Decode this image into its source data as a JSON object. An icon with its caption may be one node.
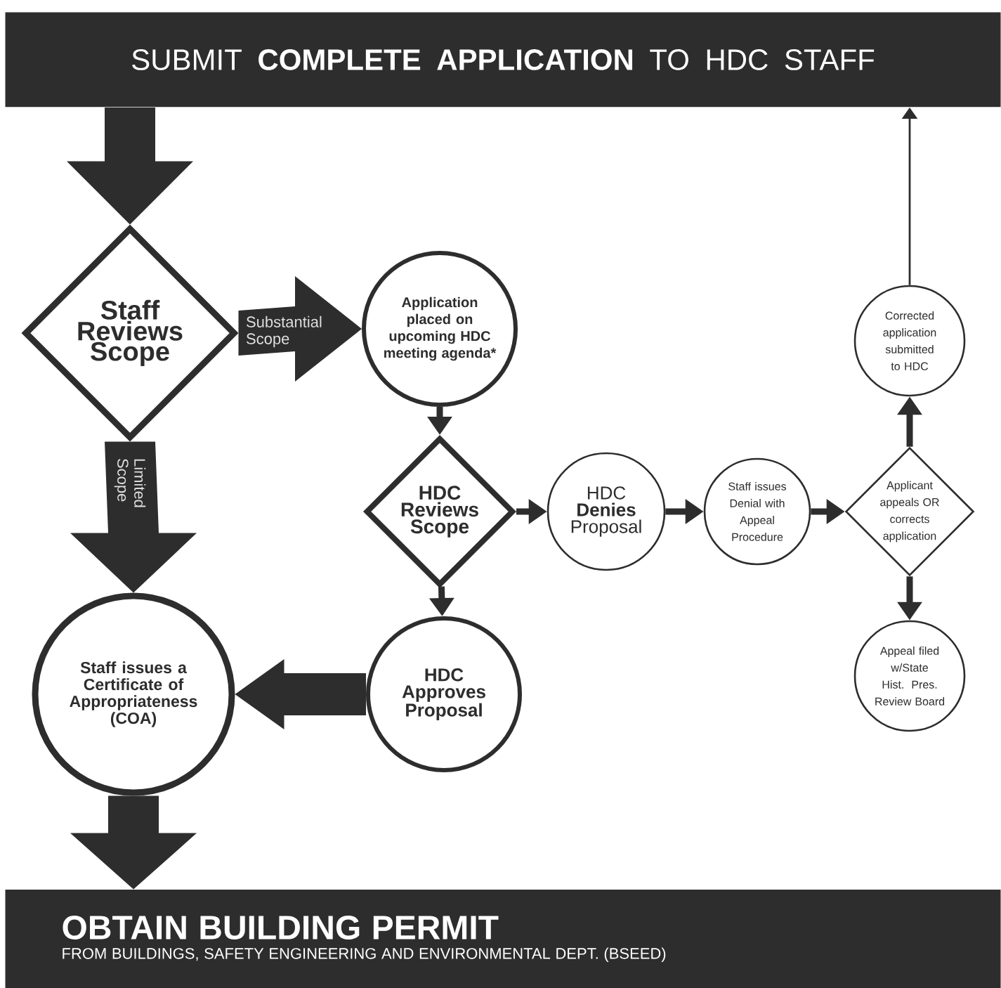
{
  "diagram": {
    "nodes": [
      {
        "text": [
          "SUBMIT **COMPLETE APPLICATION** TO HDC STAFF"
        ]
      },
      {
        "text": [
          "Staff Reviews Scope"
        ]
      },
      {
        "text": [
          "Application placed on upcoming HDC meeting agenda*"
        ]
      },
      {
        "text": [
          "HDC Reviews Scope"
        ]
      },
      {
        "text": [
          "HDC **Denies** Proposal"
        ]
      },
      {
        "text": [
          "Staff issues Denial with Appeal Procedure"
        ]
      },
      {
        "text": [
          "Applicant appeals OR corrects application"
        ]
      },
      {
        "text": [
          "Corrected application submitted to HDC"
        ]
      },
      {
        "text": [
          "Appeal filed w/State Hist. Pres. Review Board"
        ]
      },
      {
        "text": [
          "HDC Approves Proposal"
        ]
      },
      {
        "text": [
          "Staff issues a Certificate of Appropriateness (COA)"
        ]
      },
      {
        "text": [
          "OBTAIN BUILDING PERMIT",
          "FROM BUILDINGS, SAFETY ENGINEERING AND ENVIRONMENTAL DEPT. (BSEED)"
        ]
      }
    ],
    "edges": [
      {
        "from": 0,
        "to": 1,
        "arrow": "to",
        "style": "thick"
      },
      {
        "from": 1,
        "to": 2,
        "arrow": "to",
        "style": "thick",
        "label": "Substantial Scope"
      },
      {
        "from": 1,
        "to": 10,
        "arrow": "to",
        "style": "thick",
        "label": "Limited Scope"
      },
      {
        "from": 2,
        "to": 3,
        "arrow": "to"
      },
      {
        "from": 3,
        "to": 4,
        "arrow": "to"
      },
      {
        "from": 4,
        "to": 5,
        "arrow": "to"
      },
      {
        "from": 5,
        "to": 6,
        "arrow": "to"
      },
      {
        "from": 6,
        "to": 7,
        "arrow": "to"
      },
      {
        "from": 7,
        "to": 0,
        "arrow": "to"
      },
      {
        "from": 6,
        "to": 8,
        "arrow": "to"
      },
      {
        "from": 3,
        "to": 9,
        "arrow": "to"
      },
      {
        "from": 9,
        "to": 10,
        "arrow": "to",
        "style": "thick"
      },
      {
        "from": 10,
        "to": 11,
        "arrow": "to",
        "style": "thick"
      }
    ]
  }
}
